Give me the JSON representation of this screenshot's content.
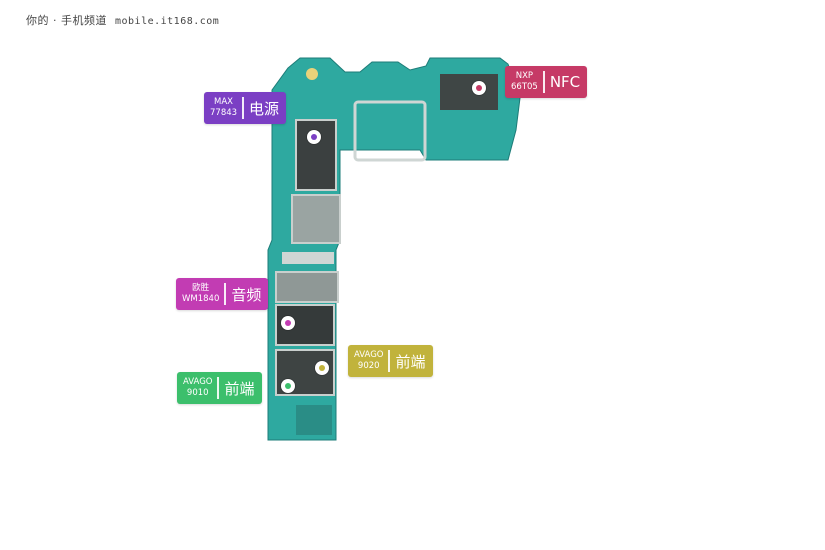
{
  "watermark": {
    "cn": "你的 · 手机频道",
    "url": "mobile.it168.com"
  },
  "labels": [
    {
      "id": "power",
      "line1": "MAX",
      "line2": "77843",
      "big": "电源",
      "color": "#7b3fc4"
    },
    {
      "id": "nfc",
      "line1": "NXP",
      "line2": "66T05",
      "big": "NFC",
      "color": "#c63a66"
    },
    {
      "id": "audio",
      "line1": "欧胜",
      "line2": "WM1840",
      "big": "音频",
      "color": "#c23cb3"
    },
    {
      "id": "frontend-9020",
      "line1": "AVAGO",
      "line2": "9020",
      "big": "前端",
      "color": "#c1b33c"
    },
    {
      "id": "frontend-9010",
      "line1": "AVAGO",
      "line2": "9010",
      "big": "前端",
      "color": "#3cbf6c"
    }
  ]
}
